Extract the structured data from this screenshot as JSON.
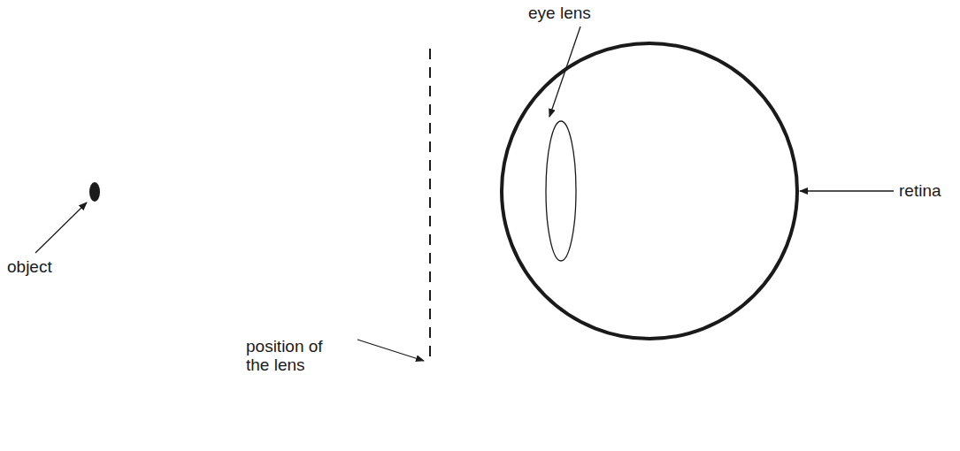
{
  "diagram": {
    "labels": [
      "eye lens",
      "retina",
      "object",
      "position of the lens"
    ]
  }
}
